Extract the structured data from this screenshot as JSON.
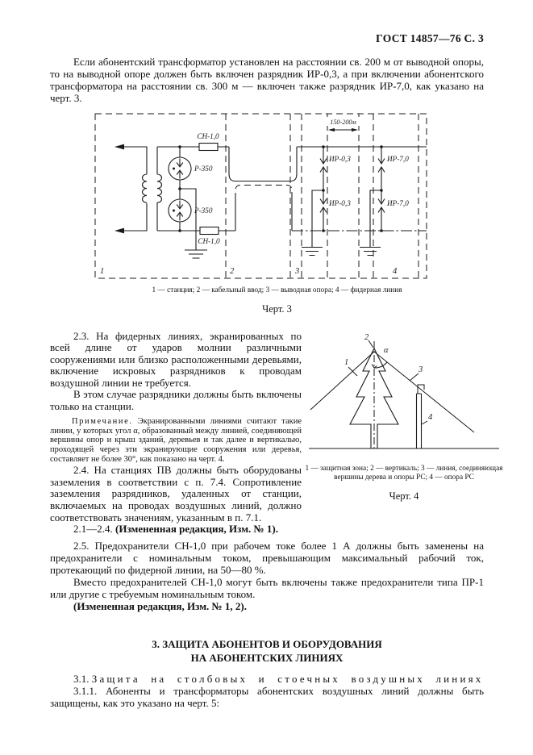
{
  "doc_header": "ГОСТ 14857—76 С. 3",
  "intro": "Если абонентский трансформатор установлен на расстоянии св. 200 м от выводной опоры, то на выводной опоре должен быть включен разрядник ИР-0,3, а при включении абонентского трансформатора на расстоянии св. 300 м — включен также разрядник ИР-7,0, как указано на черт. 3.",
  "fig3": {
    "labels": {
      "fuse_top": "СН-1,0",
      "fuse_bottom": "СН-1,0",
      "arrester_top": "Р-350",
      "arrester_bottom": "Р-350",
      "distance": "150-200м",
      "ir03_top": "ИР-0,3",
      "ir03_bottom": "ИР-0,3",
      "ir70_top": "ИР-7,0",
      "ir70_bottom": "ИР-7,0",
      "zone1": "1",
      "zone2": "2",
      "zone3": "3",
      "zone4": "4"
    },
    "caption": "1 — станция; 2 — кабельный ввод; 3 — выводная опора; 4 — фидерная линия",
    "title": "Черт. 3"
  },
  "sec2": {
    "p23a": "2.3. На фидерных линиях, экранированных по всей длине от ударов молнии различными сооружениями или близко расположенными деревьями, включение искровых разрядников к проводам воздушной линии не требуется.",
    "p23b": "В этом случае разрядники должны быть включены только на станции.",
    "note_label": "Примечание.",
    "note_text": "Экранированными линиями считают такие линии, у которых угол α, образованный между линией, соединяющей вершины опор и крыш зданий, деревьев и так далее и вертикалью, проходящей через эти экранирующие сооружения или деревья, составляет не более 30°, как показано на черт. 4.",
    "p24": "2.4. На станциях ПВ должны быть оборудованы заземления в соответствии с п. 7.4. Сопротивление заземления разрядников, удаленных от станции, включаемых на проводах воздушных линий, должно соответствовать значениям, указанным в п. 7.1.",
    "p2124_num": "2.1—2.4.",
    "p2124_bold": "(Измененная редакция, Изм. № 1).",
    "p25a": "2.5. Предохранители СН-1,0 при рабочем токе более 1 А должны быть заменены на предохранители с номинальным током, превышающим максимальный рабочий ток, протекающий по фидерной линии, на 50—80 %.",
    "p25b": "Вместо предохранителей СН-1,0 могут быть включены также предохранители типа ПР-1 или другие с требуемым номинальным током.",
    "p25c": "(Измененная редакция, Изм. № 1, 2)."
  },
  "fig4": {
    "labels": {
      "n1": "1",
      "n2": "2",
      "n3": "3",
      "n4": "4",
      "alpha": "α"
    },
    "caption": "1 — защитная зона; 2 — вертикаль; 3 — линия, соединяющая вершины дерева и опоры РС; 4 — опора РС",
    "title": "Черт. 4"
  },
  "sec3": {
    "heading1": "3. ЗАЩИТА АБОНЕНТОВ И ОБОРУДОВАНИЯ",
    "heading2": "НА АБОНЕНТСКИХ ЛИНИЯХ",
    "p31_num": "3.1.",
    "p31_text": "Защита на столбовых и стоечных воздушных линиях",
    "p311": "3.1.1. Абоненты и трансформаторы абонентских воздушных линий должны быть защищены, как это указано на черт. 5:"
  }
}
